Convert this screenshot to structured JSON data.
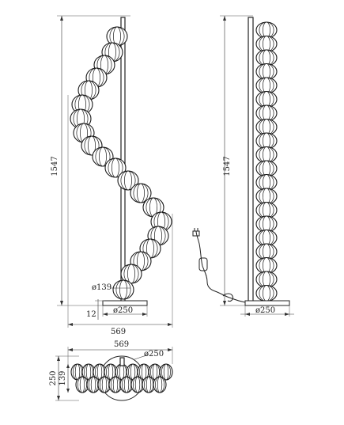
{
  "front_view": {
    "height_label": "1547",
    "width_label": "569",
    "base_diameter_label": "ø250",
    "ball_diameter_label": "ø139",
    "base_height_label": "12"
  },
  "side_view": {
    "height_label": "1547",
    "base_diameter_label": "ø250"
  },
  "top_view": {
    "width_label": "569",
    "base_diameter_label": "ø250",
    "depth_label": "250",
    "ball_label": "139"
  }
}
